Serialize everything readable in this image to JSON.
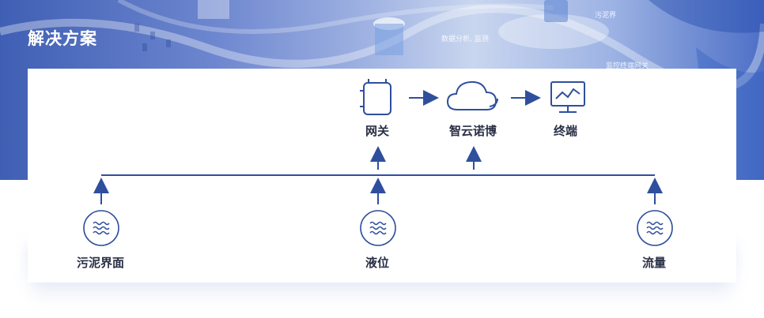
{
  "hero": {
    "title": "解决方案",
    "bg_texts": [
      "数据分析, 监测",
      "污泥界",
      "监控终端网关"
    ]
  },
  "diagram": {
    "top_nodes": [
      {
        "name": "gateway",
        "label": "网关",
        "icon": "gateway-device-icon"
      },
      {
        "name": "cloud",
        "label": "智云诺博",
        "icon": "cloud-icon"
      },
      {
        "name": "terminal",
        "label": "终端",
        "icon": "monitor-chart-icon"
      }
    ],
    "sensors": [
      {
        "name": "sludge-interface",
        "label": "污泥界面",
        "icon": "water-waves-icon"
      },
      {
        "name": "liquid-level",
        "label": "液位",
        "icon": "water-waves-icon"
      },
      {
        "name": "flow",
        "label": "流量",
        "icon": "water-waves-icon"
      }
    ]
  },
  "colors": {
    "accent": "#2f4f9e",
    "text": "#2a2f45",
    "hero_bg": "#4d6fc6"
  }
}
